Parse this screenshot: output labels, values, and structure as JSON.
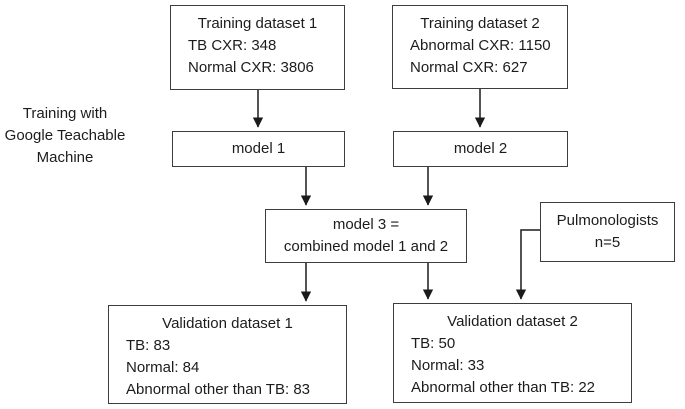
{
  "diagram": {
    "side_label": {
      "line1": "Training with",
      "line2": "Google Teachable",
      "line3": "Machine"
    },
    "boxes": {
      "training1": {
        "title": "Training dataset 1",
        "lines": [
          "TB CXR: 348",
          "Normal CXR: 3806"
        ]
      },
      "training2": {
        "title": "Training dataset 2",
        "lines": [
          "Abnormal CXR: 1150",
          "Normal CXR: 627"
        ]
      },
      "model1": {
        "label": "model 1"
      },
      "model2": {
        "label": "model 2"
      },
      "model3": {
        "line1": "model 3 =",
        "line2": "combined model 1 and 2"
      },
      "pulmonologists": {
        "line1": "Pulmonologists",
        "line2": "n=5"
      },
      "validation1": {
        "title": "Validation dataset 1",
        "lines": [
          "TB: 83",
          "Normal: 84",
          "Abnormal other than TB: 83"
        ]
      },
      "validation2": {
        "title": "Validation dataset 2",
        "lines": [
          "TB: 50",
          "Normal: 33",
          "Abnormal other than TB: 22"
        ]
      }
    },
    "colors": {
      "border": "#3d3d3d",
      "text": "#1c1c1c",
      "background": "#ffffff",
      "arrow": "#1a1a1a"
    }
  }
}
